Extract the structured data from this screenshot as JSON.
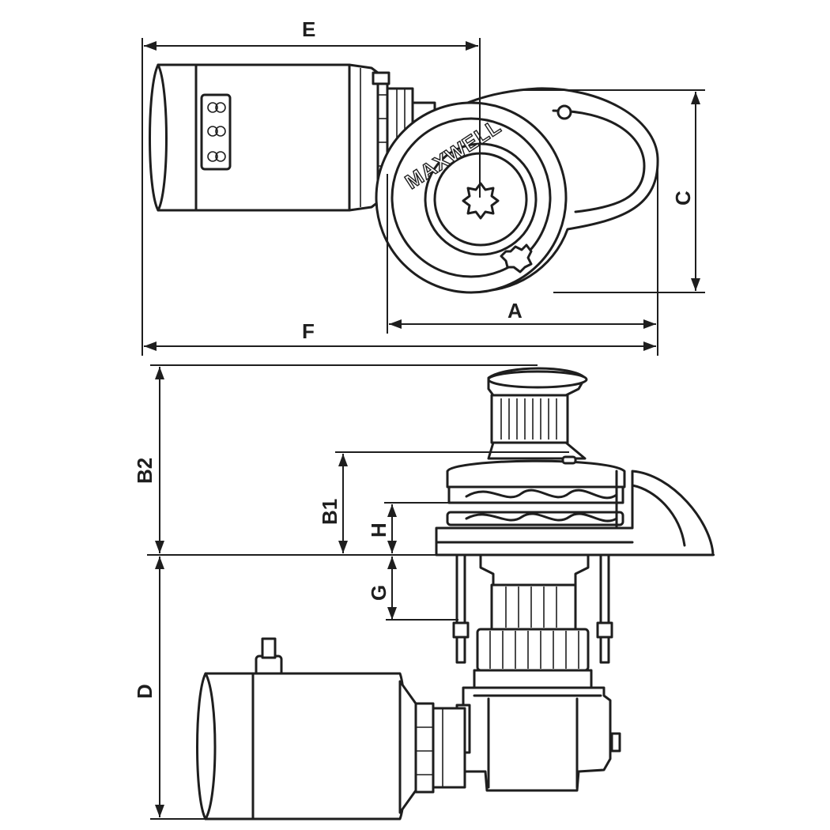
{
  "dimension_labels": {
    "E": "E",
    "C": "C",
    "A": "A",
    "F": "F",
    "B2": "B2",
    "B1": "B1",
    "H": "H",
    "G": "G",
    "D": "D"
  },
  "brand_text": "MAXWELL"
}
